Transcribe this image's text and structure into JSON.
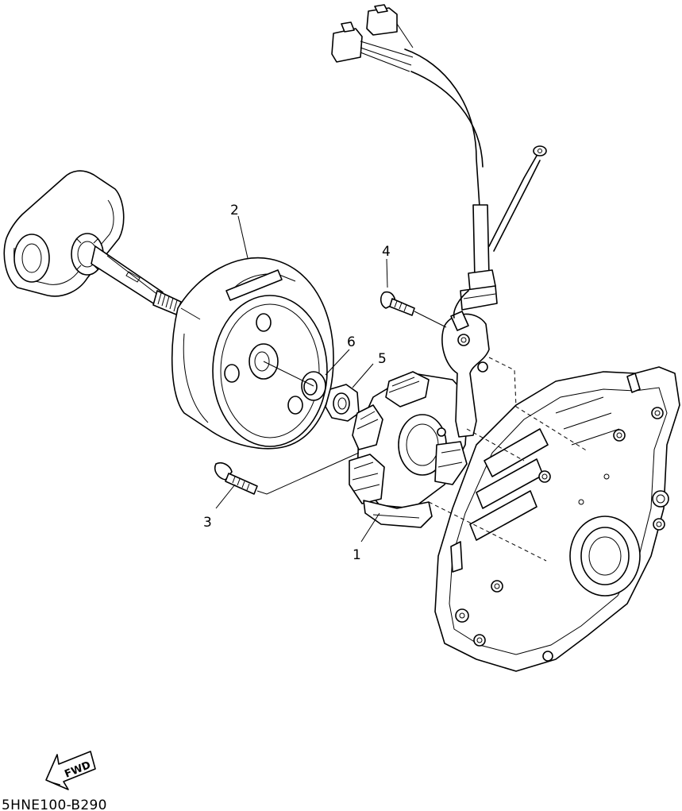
{
  "diagram": {
    "callouts": [
      {
        "id": "1",
        "label": "1"
      },
      {
        "id": "2",
        "label": "2"
      },
      {
        "id": "3",
        "label": "3"
      },
      {
        "id": "4",
        "label": "4"
      },
      {
        "id": "5",
        "label": "5"
      },
      {
        "id": "6",
        "label": "6"
      }
    ],
    "fwd_arrow_label": "FWD",
    "drawing_code": "5HNE100-B290"
  }
}
